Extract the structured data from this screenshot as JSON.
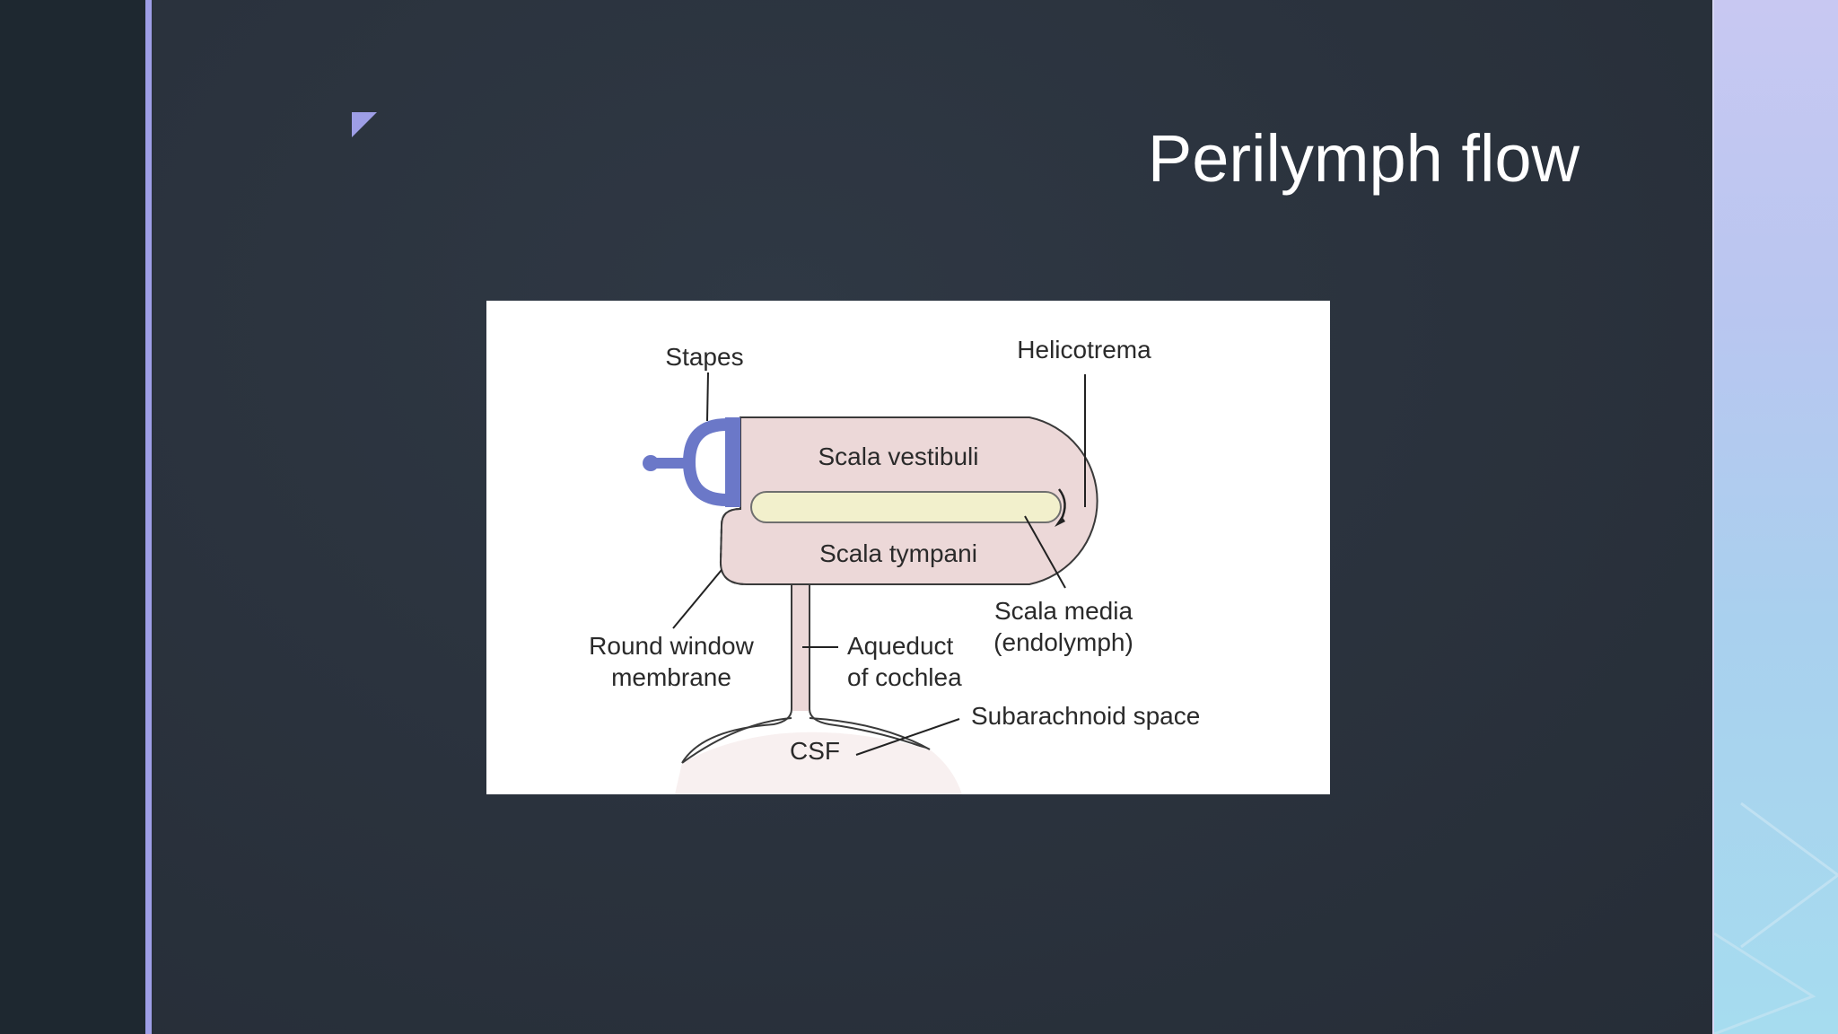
{
  "slide": {
    "title": "Perilymph flow"
  },
  "diagram": {
    "labels": {
      "stapes": "Stapes",
      "helicotrema": "Helicotrema",
      "scala_vestibuli": "Scala vestibuli",
      "scala_tympani": "Scala tympani",
      "scala_media_line1": "Scala media",
      "scala_media_line2": "(endolymph)",
      "round_window_line1": "Round window",
      "round_window_line2": "membrane",
      "aqueduct_line1": "Aqueduct",
      "aqueduct_line2": "of cochlea",
      "subarachnoid": "Subarachnoid space",
      "csf": "CSF"
    }
  },
  "colors": {
    "accent": "#9e9ee6",
    "slide_bg": "#2b333e",
    "scala_fill": "#ecd8d8",
    "stapes_blue": "#6b78c8",
    "scala_media_fill": "#f2f0cc"
  }
}
